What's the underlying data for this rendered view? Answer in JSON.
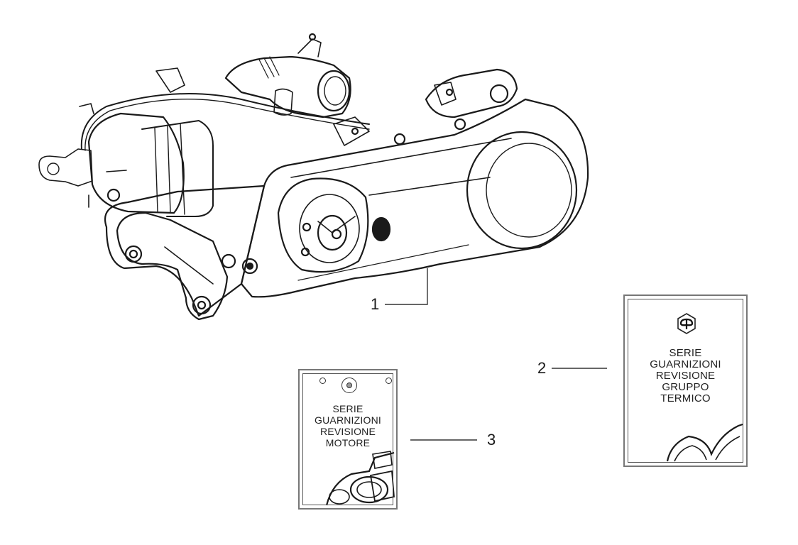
{
  "diagram": {
    "title": "Engine assembly and gasket kits",
    "callouts": [
      {
        "number": "1",
        "part": "engine-assembly"
      },
      {
        "number": "2",
        "part": "gasket-kit-cylinder"
      },
      {
        "number": "3",
        "part": "gasket-kit-engine"
      }
    ],
    "kits": [
      {
        "id": "kit-2",
        "lines": [
          "SERIE",
          "GUARNIZIONI",
          "REVISIONE",
          "GRUPPO",
          "TERMICO"
        ],
        "logo": "piaggio-logo-icon"
      },
      {
        "id": "kit-3",
        "lines": [
          "SERIE",
          "GUARNIZIONI",
          "REVISIONE",
          "MOTORE"
        ],
        "logo": "piaggio-logo-small-icon"
      }
    ],
    "colors": {
      "line": "#1a1a1a",
      "card_border": "#777777",
      "background": "#ffffff"
    }
  }
}
